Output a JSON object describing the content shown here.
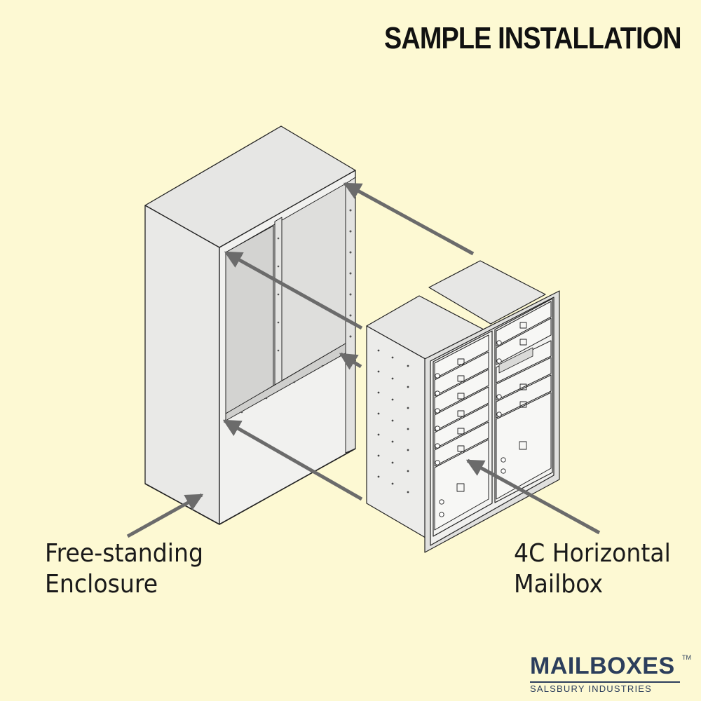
{
  "title": "SAMPLE INSTALLATION",
  "labels": {
    "enclosure_line1": "Free-standing",
    "enclosure_line2": "Enclosure",
    "mailbox_line1": "4C Horizontal",
    "mailbox_line2": "Mailbox"
  },
  "logo": {
    "main": "MAILBOXES",
    "tm": "TM",
    "sub": "SALSBURY INDUSTRIES"
  },
  "colors": {
    "background": "#fdf9d3",
    "arrow": "#6b6b6b",
    "brand": "#2c3e5c"
  }
}
